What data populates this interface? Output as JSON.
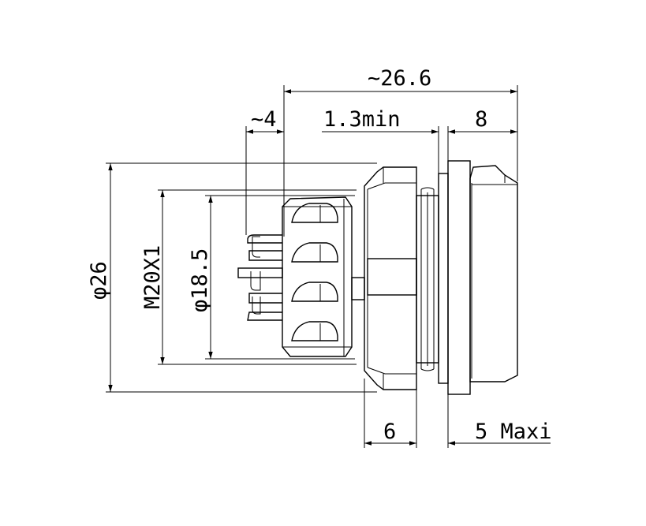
{
  "drawing": {
    "dimensions": {
      "overall_length": "~26.6",
      "pin_protrusion": "~4",
      "panel_gap": "1.3min",
      "front_length": "8",
      "outer_diameter": "φ26",
      "thread": "M20X1",
      "body_diameter": "φ18.5",
      "nut_width": "6",
      "panel_thickness": "5 Maxi"
    }
  }
}
